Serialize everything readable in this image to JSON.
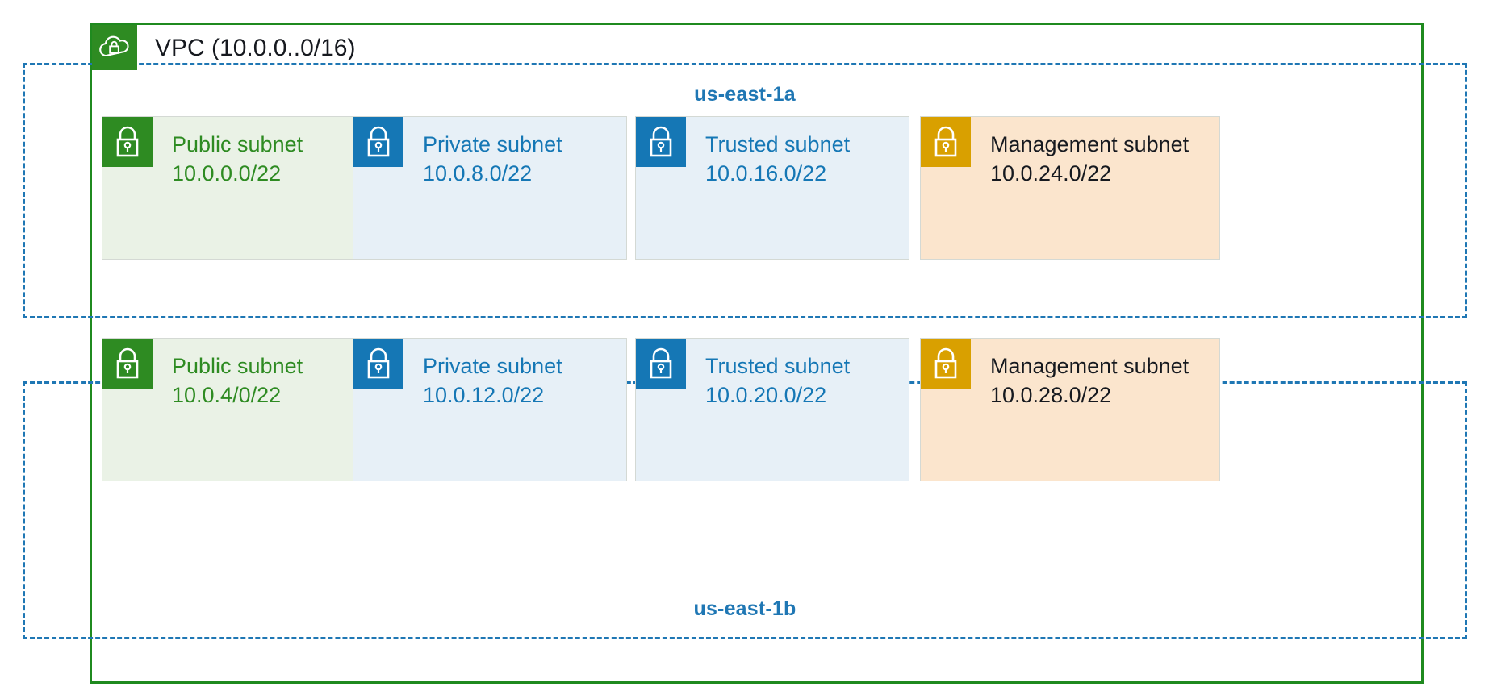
{
  "vpc": {
    "icon": "vpc-cloud-lock-icon",
    "label": "VPC (10.0.0..0/16)",
    "border_color": "#1f8a1f"
  },
  "availability_zones": [
    {
      "name": "us-east-1a",
      "label_position": "top",
      "border_color": "#1f77b4",
      "subnets": [
        {
          "name": "Public subnet",
          "cidr": "10.0.0.0/22",
          "theme": "green",
          "icon": "padlock-icon",
          "icon_color": "#2e8b22",
          "background": "#eaf2e6",
          "text_color": "#2e8b22"
        },
        {
          "name": "Private subnet",
          "cidr": "10.0.8.0/22",
          "theme": "blue",
          "icon": "padlock-icon",
          "icon_color": "#1577b5",
          "background": "#e7f0f7",
          "text_color": "#1577b5"
        },
        {
          "name": "Trusted subnet",
          "cidr": "10.0.16.0/22",
          "theme": "blue",
          "icon": "padlock-icon",
          "icon_color": "#1577b5",
          "background": "#e7f0f7",
          "text_color": "#1577b5"
        },
        {
          "name": "Management subnet",
          "cidr": "10.0.24.0/22",
          "theme": "orange",
          "icon": "padlock-icon",
          "icon_color": "#d9a000",
          "background": "#fbe5cd",
          "text_color": "#16191f"
        }
      ]
    },
    {
      "name": "us-east-1b",
      "label_position": "bottom",
      "border_color": "#1f77b4",
      "subnets": [
        {
          "name": "Public subnet",
          "cidr": "10.0.4/0/22",
          "theme": "green",
          "icon": "padlock-icon",
          "icon_color": "#2e8b22",
          "background": "#eaf2e6",
          "text_color": "#2e8b22"
        },
        {
          "name": "Private subnet",
          "cidr": "10.0.12.0/22",
          "theme": "blue",
          "icon": "padlock-icon",
          "icon_color": "#1577b5",
          "background": "#e7f0f7",
          "text_color": "#1577b5"
        },
        {
          "name": "Trusted subnet",
          "cidr": "10.0.20.0/22",
          "theme": "blue",
          "icon": "padlock-icon",
          "icon_color": "#1577b5",
          "background": "#e7f0f7",
          "text_color": "#1577b5"
        },
        {
          "name": "Management subnet",
          "cidr": "10.0.28.0/22",
          "theme": "orange",
          "icon": "padlock-icon",
          "icon_color": "#d9a000",
          "background": "#fbe5cd",
          "text_color": "#16191f"
        }
      ]
    }
  ]
}
